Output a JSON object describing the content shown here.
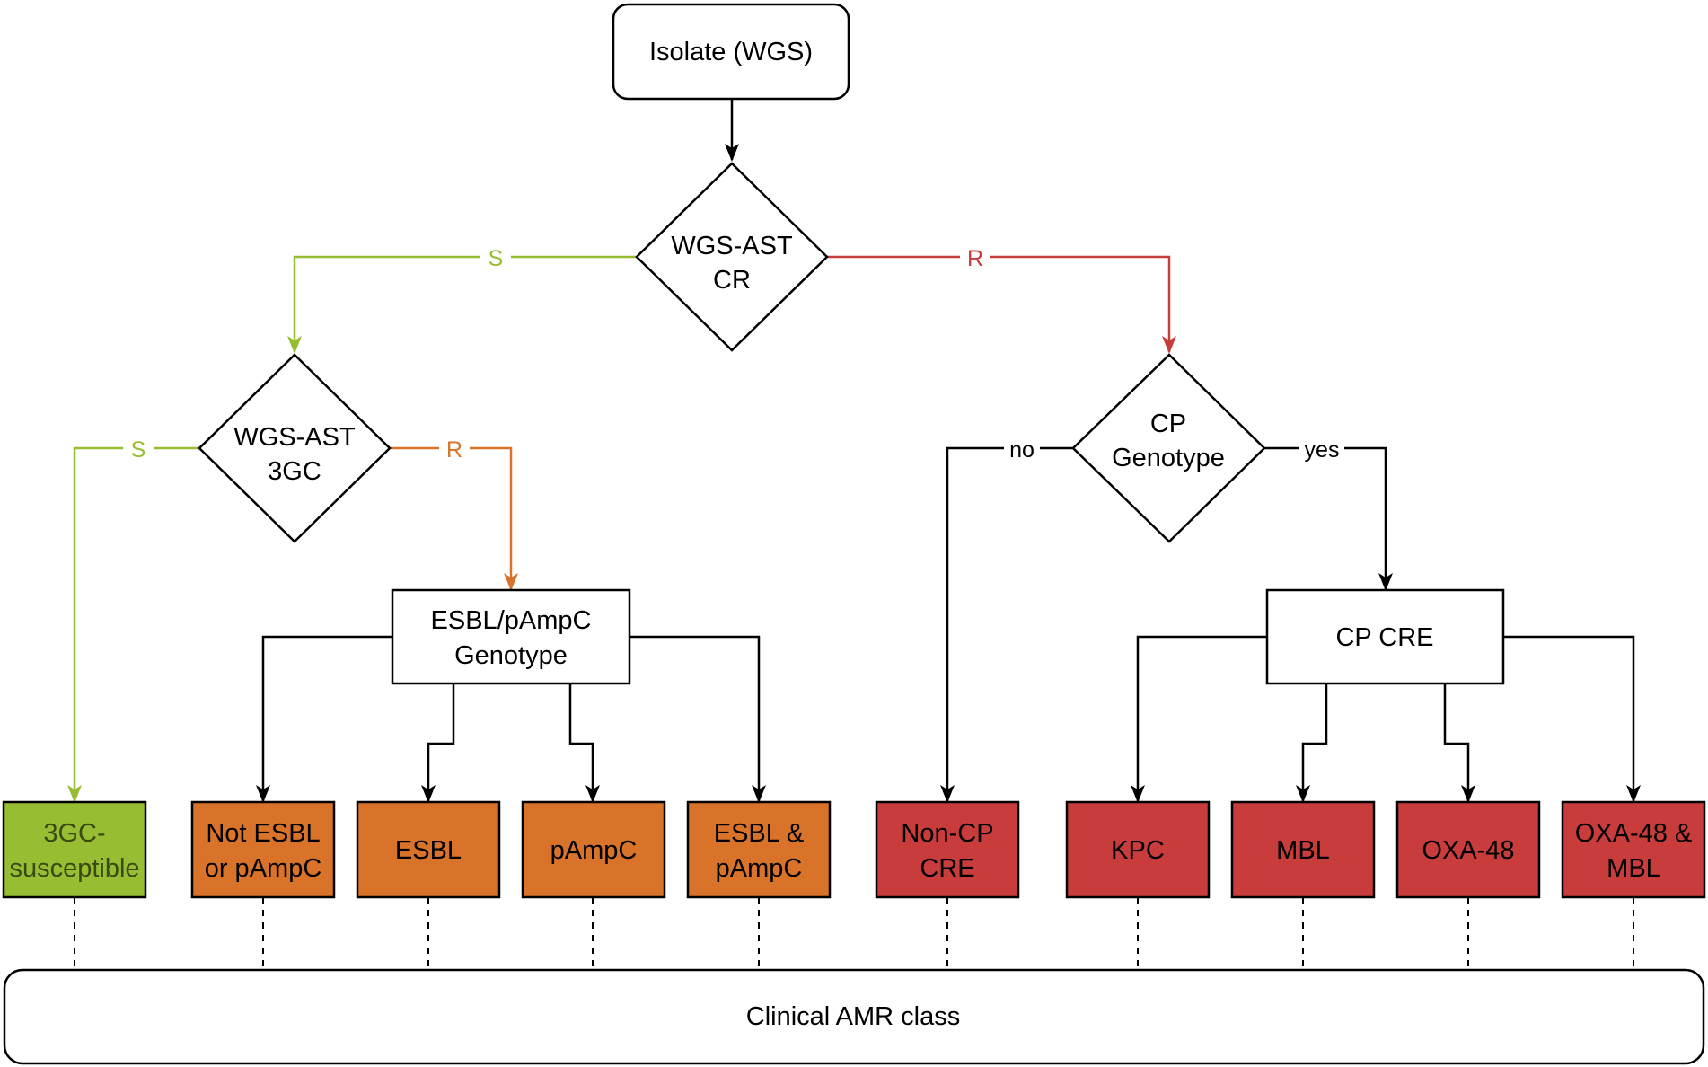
{
  "nodes": {
    "isolate": "Isolate (WGS)",
    "wgs_ast_cr": [
      "WGS-AST",
      "CR"
    ],
    "wgs_ast_3gc": [
      "WGS-AST",
      "3GC"
    ],
    "cp_genotype": [
      "CP",
      "Genotype"
    ],
    "esbl_pampc_genotype": [
      "ESBL/pAmpC",
      "Genotype"
    ],
    "cp_cre": "CP CRE",
    "susceptible_3gc": [
      "3GC-",
      "susceptible"
    ],
    "not_esbl": [
      "Not ESBL",
      "or pAmpC"
    ],
    "esbl": "ESBL",
    "pampc": "pAmpC",
    "esbl_and_pampc": [
      "ESBL &",
      "pAmpC"
    ],
    "non_cp_cre": [
      "Non-CP",
      "CRE"
    ],
    "kpc": "KPC",
    "mbl": "MBL",
    "oxa48": "OXA-48",
    "oxa48_and_mbl": [
      "OXA-48 &",
      "MBL"
    ],
    "clinical_amr_class": "Clinical AMR class"
  },
  "edge_labels": {
    "cr_s": "S",
    "cr_r": "R",
    "gc_s": "S",
    "gc_r": "R",
    "cp_no": "no",
    "cp_yes": "yes"
  },
  "colors": {
    "green": "#97bd33",
    "orange": "#d9732a",
    "red": "#c93c3c",
    "black": "#000000"
  }
}
